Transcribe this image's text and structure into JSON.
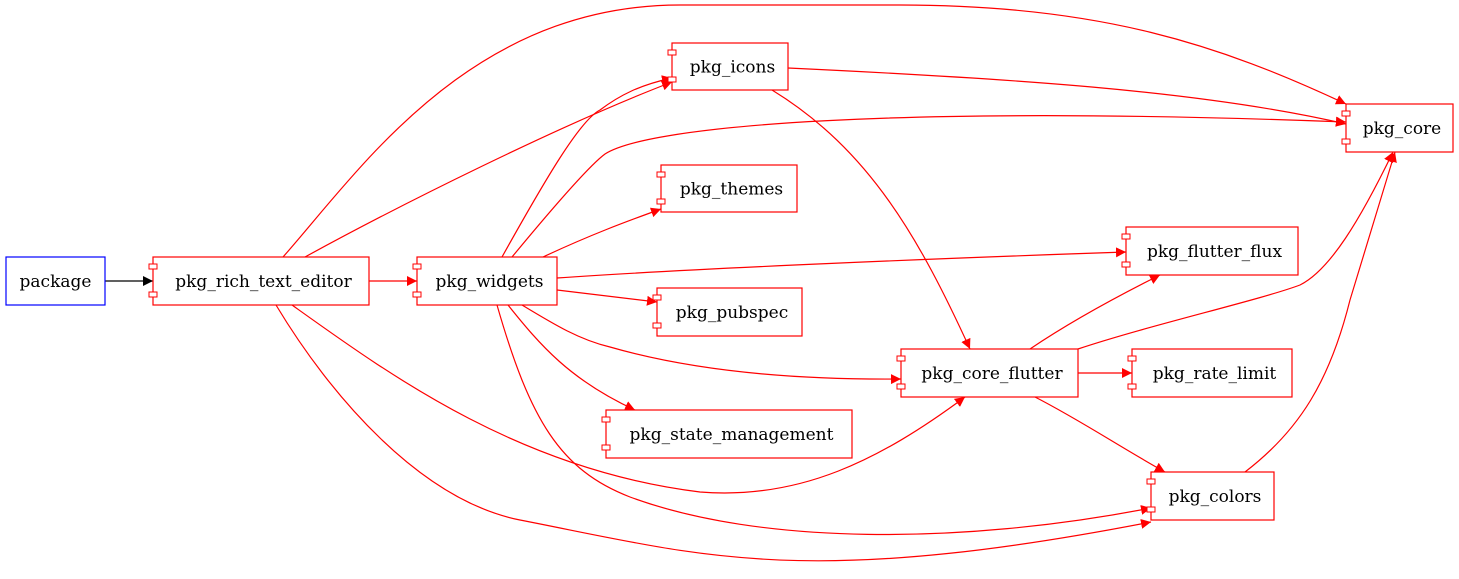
{
  "colors": {
    "root_stroke": "#0000ff",
    "node_stroke": "#ff0000",
    "root_edge": "#000000",
    "edge": "#ff0000",
    "background": "#ffffff"
  },
  "nodes": [
    {
      "id": "package",
      "label": "package",
      "kind": "root"
    },
    {
      "id": "pkg_rich_text_editor",
      "label": "pkg_rich_text_editor",
      "kind": "component"
    },
    {
      "id": "pkg_widgets",
      "label": "pkg_widgets",
      "kind": "component"
    },
    {
      "id": "pkg_icons",
      "label": "pkg_icons",
      "kind": "component"
    },
    {
      "id": "pkg_themes",
      "label": "pkg_themes",
      "kind": "component"
    },
    {
      "id": "pkg_pubspec",
      "label": "pkg_pubspec",
      "kind": "component"
    },
    {
      "id": "pkg_state_management",
      "label": "pkg_state_management",
      "kind": "component"
    },
    {
      "id": "pkg_core_flutter",
      "label": "pkg_core_flutter",
      "kind": "component"
    },
    {
      "id": "pkg_core",
      "label": "pkg_core",
      "kind": "component"
    },
    {
      "id": "pkg_flutter_flux",
      "label": "pkg_flutter_flux",
      "kind": "component"
    },
    {
      "id": "pkg_rate_limit",
      "label": "pkg_rate_limit",
      "kind": "component"
    },
    {
      "id": "pkg_colors",
      "label": "pkg_colors",
      "kind": "component"
    }
  ],
  "edges": [
    {
      "from": "package",
      "to": "pkg_rich_text_editor"
    },
    {
      "from": "pkg_rich_text_editor",
      "to": "pkg_widgets"
    },
    {
      "from": "pkg_rich_text_editor",
      "to": "pkg_icons"
    },
    {
      "from": "pkg_rich_text_editor",
      "to": "pkg_core"
    },
    {
      "from": "pkg_rich_text_editor",
      "to": "pkg_core_flutter"
    },
    {
      "from": "pkg_rich_text_editor",
      "to": "pkg_colors"
    },
    {
      "from": "pkg_widgets",
      "to": "pkg_icons"
    },
    {
      "from": "pkg_widgets",
      "to": "pkg_core"
    },
    {
      "from": "pkg_widgets",
      "to": "pkg_themes"
    },
    {
      "from": "pkg_widgets",
      "to": "pkg_flutter_flux"
    },
    {
      "from": "pkg_widgets",
      "to": "pkg_pubspec"
    },
    {
      "from": "pkg_widgets",
      "to": "pkg_core_flutter"
    },
    {
      "from": "pkg_widgets",
      "to": "pkg_state_management"
    },
    {
      "from": "pkg_widgets",
      "to": "pkg_colors"
    },
    {
      "from": "pkg_icons",
      "to": "pkg_core"
    },
    {
      "from": "pkg_icons",
      "to": "pkg_core_flutter"
    },
    {
      "from": "pkg_core_flutter",
      "to": "pkg_flutter_flux"
    },
    {
      "from": "pkg_core_flutter",
      "to": "pkg_core"
    },
    {
      "from": "pkg_core_flutter",
      "to": "pkg_rate_limit"
    },
    {
      "from": "pkg_core_flutter",
      "to": "pkg_colors"
    },
    {
      "from": "pkg_colors",
      "to": "pkg_core"
    }
  ]
}
